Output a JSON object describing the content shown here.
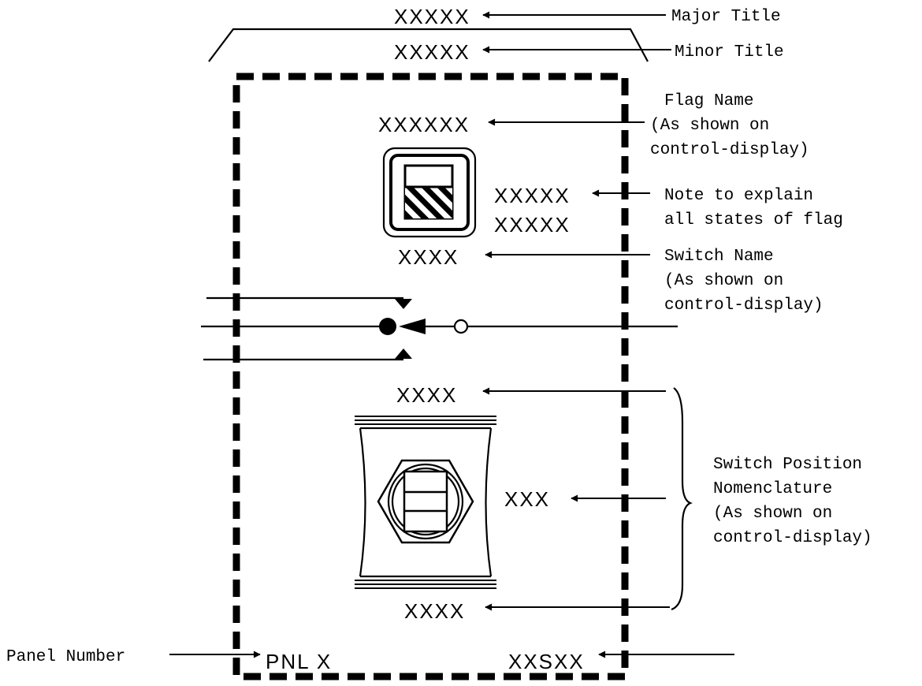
{
  "diagram": {
    "panel_codes": {
      "major_title": "XXXXX",
      "minor_title": "XXXXX",
      "flag_name": "XXXXXX",
      "flag_note_1": "XXXXX",
      "flag_note_2": "XXXXX",
      "switch_name": "XXXX",
      "switch_pos_top": "XXXX",
      "switch_pos_mid": "XXX",
      "switch_pos_bottom": "XXXX",
      "panel_number": "PNL X",
      "panel_id": "XXSXX"
    },
    "callouts": {
      "major_title": "Major Title",
      "minor_title": "Minor Title",
      "flag_name": [
        "Flag Name",
        "(As shown on",
        "control-display)"
      ],
      "flag_note": [
        "Note to explain",
        "all states of flag"
      ],
      "switch_name": [
        "Switch Name",
        "(As shown on",
        "control-display)"
      ],
      "switch_position": [
        "Switch Position",
        "Nomenclature",
        "(As shown on",
        "control-display)"
      ],
      "panel_number": "Panel Number"
    },
    "colors": {
      "ink": "#000000",
      "background": "#ffffff"
    }
  }
}
